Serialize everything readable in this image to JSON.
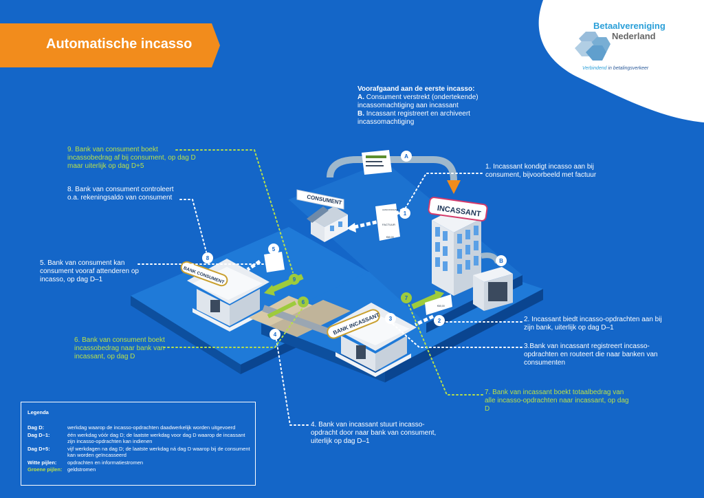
{
  "title": "Automatische incasso",
  "logo": {
    "name_line1": "Betaalvereniging",
    "name_line2": "Nederland",
    "tagline_em": "Verbindend",
    "tagline_rest": " in betalingsverkeer"
  },
  "prerequisite": {
    "heading": "Voorafgaand aan de eerste incasso:",
    "a_key": "A.",
    "a_text": " Consument verstrekt (ondertekende) incassomachtiging aan incassant",
    "b_key": "B.",
    "b_text": " Incassant registreert en archiveert incassomachtiging"
  },
  "steps": {
    "s1": "1. Incassant kondigt incasso aan bij consument, bijvoorbeeld met factuur",
    "s2": "2. Incassant biedt incasso-opdrachten aan bij zijn bank, uiterlijk op dag D–1",
    "s3": "3.Bank van incassant registreert incasso-opdrachten en routeert die naar banken van consumenten",
    "s4": "4. Bank van incassant stuurt incasso-opdracht door naar bank van consument, uiterlijk op dag D–1",
    "s5": "5. Bank van consument kan consument vooraf attenderen op incasso, op dag D–1",
    "s6": "6. Bank van consument boekt incassobedrag naar bank van incassant, op dag D",
    "s7": "7. Bank van incassant boekt totaalbedrag van alle incasso-opdrachten naar incassant, op dag D",
    "s8": "8. Bank van consument controleert o.a. rekeningsaldo van consument",
    "s9": "9. Bank van consument boekt incassobedrag af bij consument, op dag D maar uiterlijk op dag D+5"
  },
  "labels": {
    "consument": "CONSUMENT",
    "incassant": "INCASSANT",
    "bank_consument": "BANK CONSUMENT",
    "bank_incassant": "BANK INCASSANT",
    "factuur": "FACTUUR",
    "aankondiging": "AANKONDIGING",
    "amount": "€60,00"
  },
  "markers": {
    "A": "A",
    "B": "B",
    "m1": "1",
    "m2": "2",
    "m3": "3",
    "m4": "4",
    "m5": "5",
    "m6": "6",
    "m7": "7",
    "m8": "8",
    "m9": "9"
  },
  "legend": {
    "title": "Legenda",
    "rows": [
      {
        "term": "Dag D:",
        "def": "werkdag waarop de incasso-opdrachten daadwerkelijk worden uitgevoerd"
      },
      {
        "term": "Dag D–1:",
        "def": "één werkdag vóór dag D; de laatste werkdag voor dag D waarop de incassant zijn incasso-opdrachten kan indienen"
      },
      {
        "term": "Dag D+5:",
        "def": "vijf werkdagen na dag D; de laatste werkdag ná dag D waarop bij de consument kan worden geïncasseerd"
      },
      {
        "term": "Witte pijlen:",
        "def": "opdrachten en informatiestromen"
      },
      {
        "term": "Groene pijlen:",
        "def": "geldstromen"
      }
    ]
  },
  "colors": {
    "background": "#1466c8",
    "orange": "#f28c1c",
    "green": "#b8e04a",
    "platform_top": "#1f7ad8",
    "platform_side": "#0d4f9e"
  }
}
